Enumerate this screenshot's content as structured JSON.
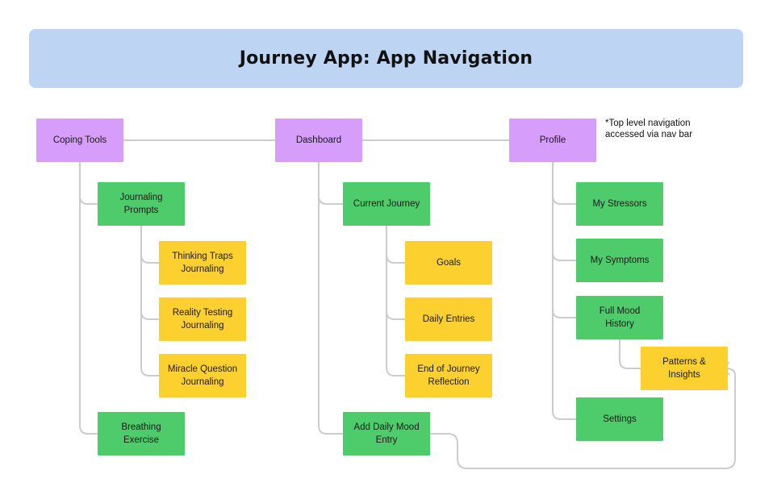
{
  "title": "Journey App: App Navigation",
  "note": "*Top level navigation\naccessed via nav bar",
  "nodes": {
    "coping_tools": "Coping Tools",
    "dashboard": "Dashboard",
    "profile": "Profile",
    "journaling_prompts": "Journaling Prompts",
    "thinking_traps": "Thinking Traps Journaling",
    "reality_testing": "Reality Testing Journaling",
    "miracle_question": "Miracle Question Journaling",
    "breathing_exercise": "Breathing Exercise",
    "current_journey": "Current Journey",
    "goals": "Goals",
    "daily_entries": "Daily Entries",
    "end_of_journey": "End of Journey Reflection",
    "add_daily_mood": "Add Daily Mood Entry",
    "my_stressors": "My Stressors",
    "my_symptoms": "My Symptoms",
    "full_mood_history": "Full Mood History",
    "patterns_insights": "Patterns & Insights",
    "settings": "Settings"
  },
  "colors": {
    "title_bg": "#bdd5f2",
    "top_level": "#d79dfa",
    "second_level": "#4ecb6b",
    "third_level": "#fcd12f",
    "connector": "#cccccc"
  }
}
